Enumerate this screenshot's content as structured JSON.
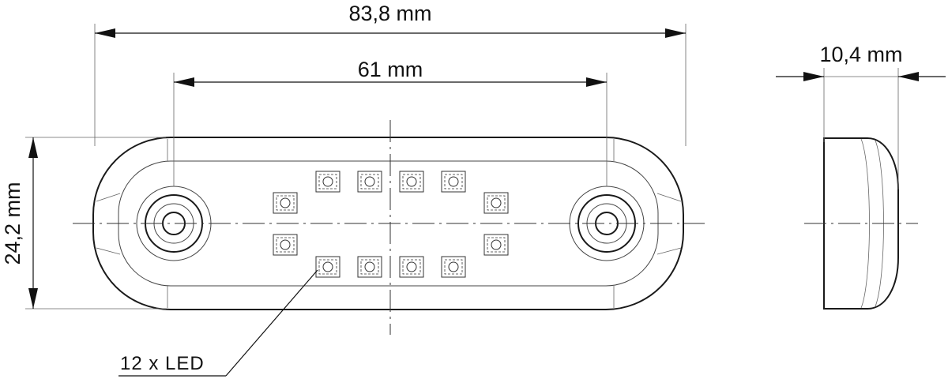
{
  "dimensions": {
    "overall_length": "83,8 mm",
    "hole_spacing": "61 mm",
    "height": "24,2 mm",
    "depth": "10,4 mm"
  },
  "callout": {
    "led_label": "12 x LED"
  },
  "led_count": 12
}
